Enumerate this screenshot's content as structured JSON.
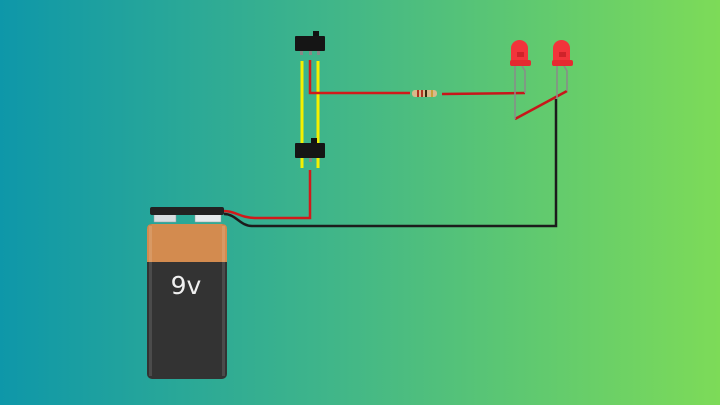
{
  "battery": {
    "label": "9v",
    "top_color": "#d38b4f",
    "body_color": "#333333"
  },
  "colors": {
    "wire_positive": "#d11a1a",
    "wire_negative": "#1a1a1a",
    "wire_switch": "#f5f000",
    "led": "#f2343b"
  },
  "components": [
    "battery",
    "switch-top",
    "switch-bottom",
    "resistor",
    "led-1",
    "led-2"
  ]
}
